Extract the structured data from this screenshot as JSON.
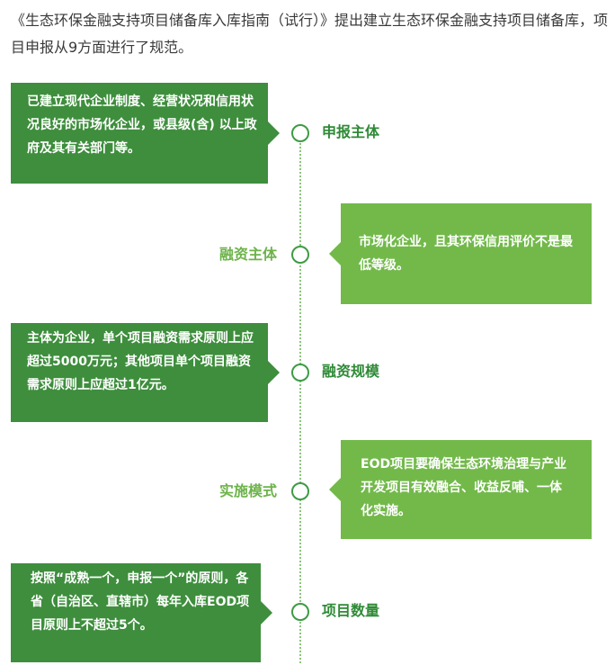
{
  "intro_text": "《生态环保金融支持项目储备库入库指南（试行）》提出建立生态环保金融支持项目储备库，项目申报从9方面进行了规范。",
  "colors": {
    "dark_green": "#3e8e3d",
    "light_green": "#72b94a",
    "label_dark": "#2f8a37",
    "label_light": "#6db34a"
  },
  "items": [
    {
      "label": "申报主体",
      "text": "已建立现代企业制度、经营状况和信用状况良好的市场化企业，或县级(含) 以上政府及其有关部门等。"
    },
    {
      "label": "融资主体",
      "text": "市场化企业，且其环保信用评价不是最低等级。"
    },
    {
      "label": "融资规模",
      "text": "主体为企业，单个项目融资需求原则上应超过5000万元；其他项目单个项目融资需求原则上应超过1亿元。"
    },
    {
      "label": "实施模式",
      "text": "EOD项目要确保生态环境治理与产业开发项目有效融合、收益反哺、一体化实施。"
    },
    {
      "label": "项目数量",
      "text": "按照“成熟一个，申报一个”的原则，各省（自治区、直辖市）每年入库EOD项目原则上不超过5个。"
    }
  ]
}
